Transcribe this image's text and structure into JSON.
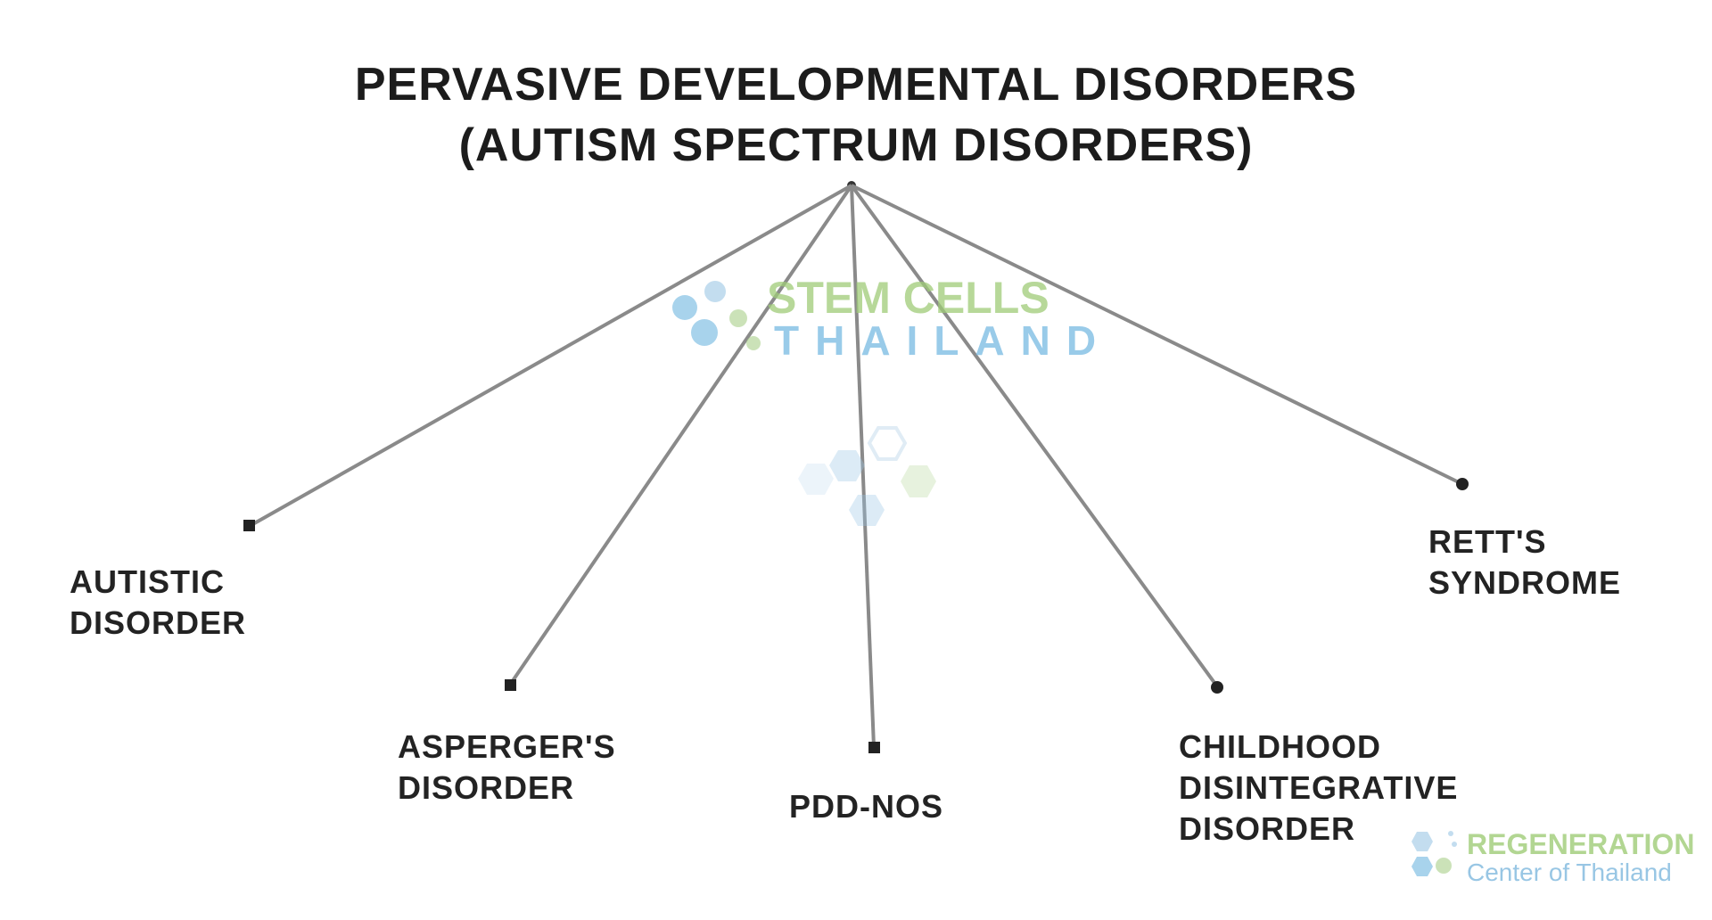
{
  "title": {
    "line1": "PERVASIVE DEVELOPMENTAL DISORDERS",
    "line2": "(AUTISM SPECTRUM DISORDERS)"
  },
  "nodes": [
    {
      "id": "autistic",
      "lines": [
        "AUTISTIC",
        "DISORDER"
      ]
    },
    {
      "id": "aspergers",
      "lines": [
        "ASPERGER'S",
        "DISORDER"
      ]
    },
    {
      "id": "pdd-nos",
      "lines": [
        "PDD-NOS"
      ]
    },
    {
      "id": "childhood",
      "lines": [
        "CHILDHOOD",
        "DISINTEGRATIVE",
        "DISORDER"
      ]
    },
    {
      "id": "retts",
      "lines": [
        "RETT'S",
        "SYNDROME"
      ]
    }
  ],
  "watermarks": {
    "center": {
      "line1": "STEM CELLS",
      "line2": "THAILAND"
    },
    "corner": {
      "line1": "REGENERATION",
      "line2": "Center of Thailand"
    }
  },
  "colors": {
    "edge": "#8a8a8a",
    "text": "#1c1c1c",
    "watermark_green": "#9fcc78",
    "watermark_blue": "#6fb6e0"
  }
}
